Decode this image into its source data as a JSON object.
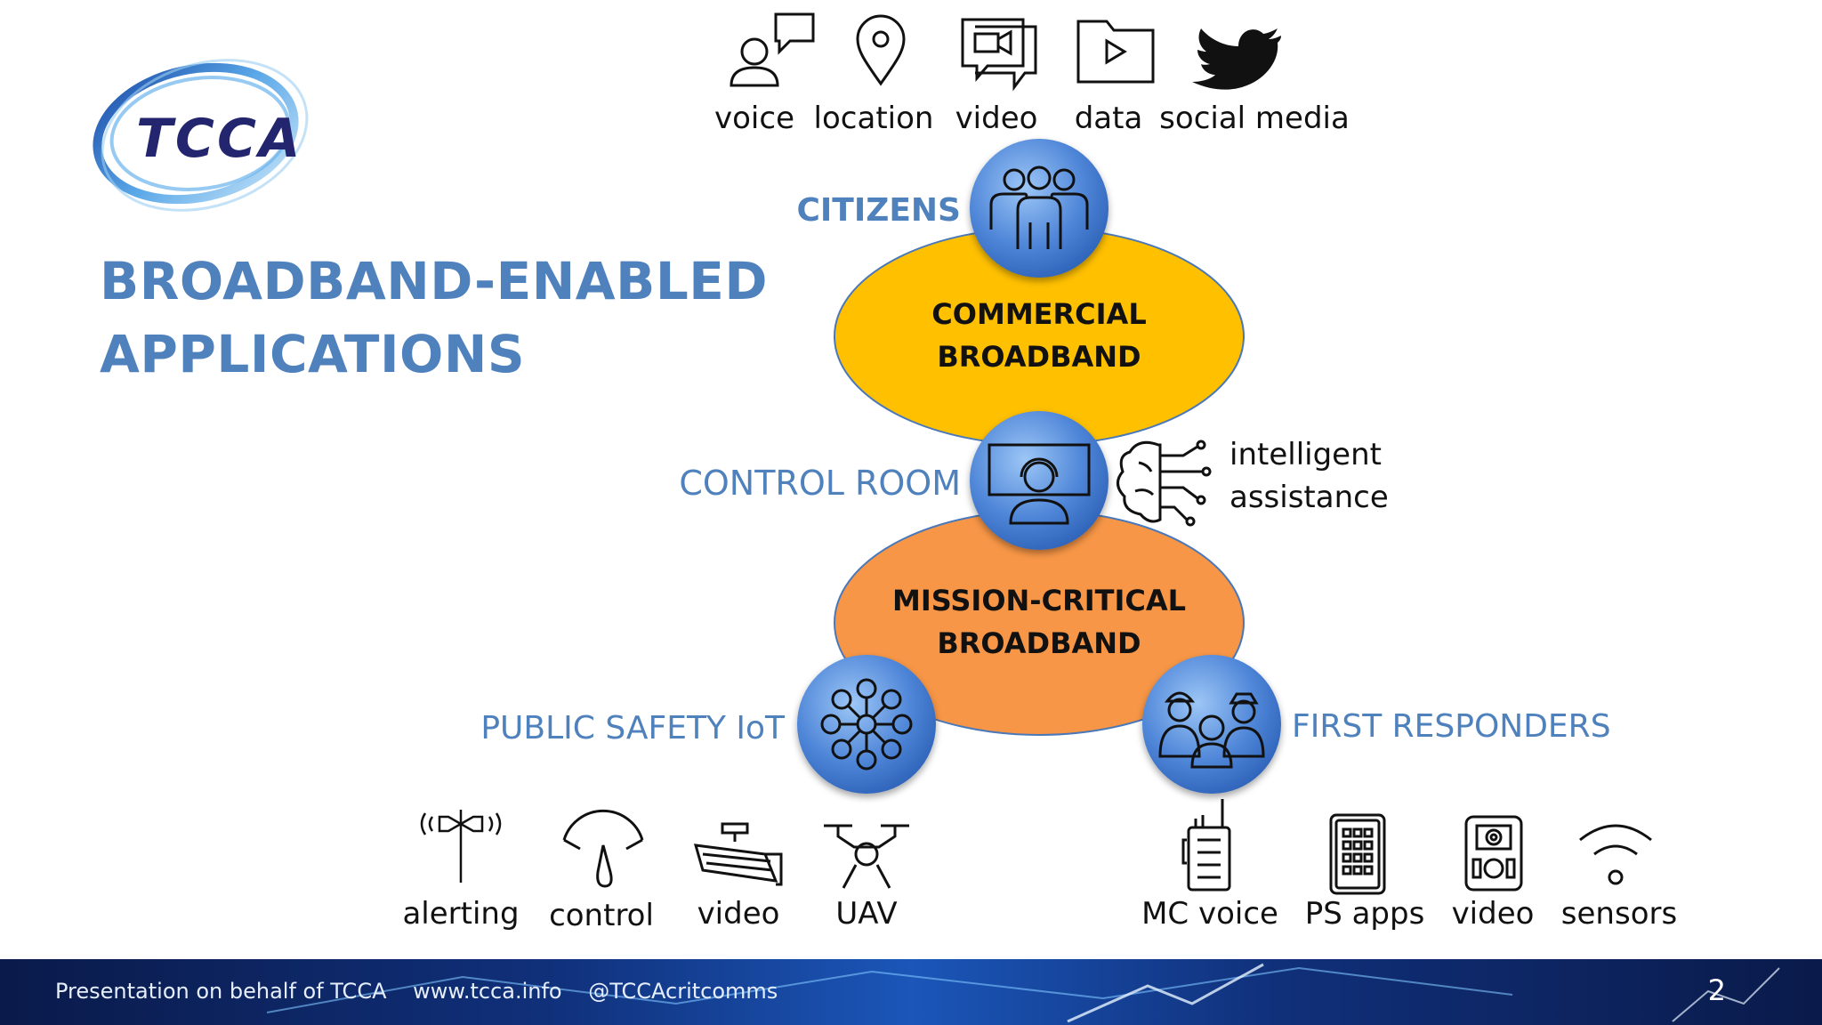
{
  "logo": {
    "text": "TCCA"
  },
  "title": {
    "line1": "BROADBAND-ENABLED",
    "line2": "APPLICATIONS"
  },
  "colors": {
    "accent_blue": "#4f81bd",
    "commercial_fill": "#ffc000",
    "mission_fill": "#f79646",
    "node_fill": "#4f86d8",
    "footer_bg": "#0d2a6e"
  },
  "top_apps": [
    {
      "label": "voice",
      "icon": "voice-chat-icon"
    },
    {
      "label": "location",
      "icon": "location-pin-icon"
    },
    {
      "label": "video",
      "icon": "video-chat-icon"
    },
    {
      "label": "data",
      "icon": "data-folder-icon"
    },
    {
      "label": "social media",
      "icon": "twitter-bird-icon"
    }
  ],
  "networks": {
    "commercial": {
      "line1": "COMMERCIAL",
      "line2": "BROADBAND"
    },
    "mission_critical": {
      "line1": "MISSION-CRITICAL",
      "line2": "BROADBAND"
    }
  },
  "nodes": {
    "citizens": {
      "label": "CITIZENS",
      "icon": "people-group-icon"
    },
    "control_room": {
      "label": "CONTROL ROOM",
      "icon": "operator-headset-icon"
    },
    "iot": {
      "label": "PUBLIC SAFETY IoT",
      "icon": "network-hub-icon"
    },
    "responders": {
      "label": "FIRST RESPONDERS",
      "icon": "first-responders-icon"
    }
  },
  "intelligent": {
    "line1": "intelligent",
    "line2": "assistance",
    "icon": "ai-brain-icon"
  },
  "iot_apps": [
    {
      "label": "alerting",
      "icon": "siren-speaker-icon"
    },
    {
      "label": "control",
      "icon": "gauge-icon"
    },
    {
      "label": "video",
      "icon": "cctv-camera-icon"
    },
    {
      "label": "UAV",
      "icon": "drone-icon"
    }
  ],
  "responder_apps": [
    {
      "label": "MC voice",
      "icon": "radio-handset-icon"
    },
    {
      "label": "PS apps",
      "icon": "phone-apps-icon"
    },
    {
      "label": "video",
      "icon": "bodycam-icon"
    },
    {
      "label": "sensors",
      "icon": "wifi-sensor-icon"
    }
  ],
  "footer": {
    "presenter": "Presentation on behalf of TCCA",
    "website": "www.tcca.info",
    "handle": "@TCCAcritcomms",
    "page_number": "2"
  }
}
